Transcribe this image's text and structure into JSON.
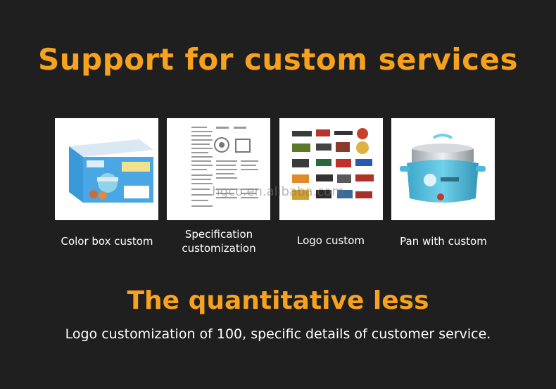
{
  "heading": "Support for custom services",
  "cards": [
    {
      "caption": "Color box custom"
    },
    {
      "caption": "Specification\ncustomization"
    },
    {
      "caption": "Logo custom"
    },
    {
      "caption": "Pan with custom"
    }
  ],
  "quantity_heading": "The quantitative less",
  "quantity_text": "Logo customization of 100, specific details of customer service.",
  "watermark": "hgco.en.alibaba.com",
  "colors": {
    "background": "#1f1f1f",
    "accent": "#f6a21e",
    "text": "#ffffff"
  }
}
